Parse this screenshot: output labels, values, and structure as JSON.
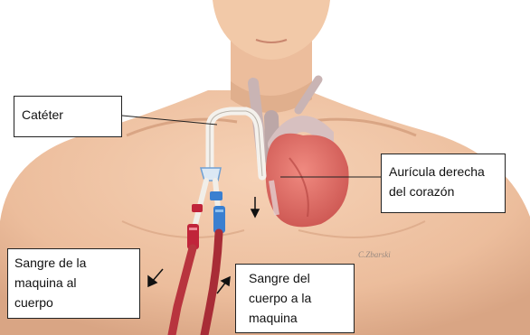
{
  "labels": {
    "catheter": {
      "lines": [
        "Catéter"
      ]
    },
    "right_atrium": {
      "lines": [
        "Aurícula derecha",
        "del corazón"
      ]
    },
    "blood_to_body": {
      "lines": [
        "Sangre de la",
        "maquina al",
        "cuerpo"
      ]
    },
    "blood_to_machine": {
      "lines": [
        "Sangre del",
        "cuerpo a la",
        "maquina"
      ]
    }
  },
  "signature": "C.Zbarski",
  "colors": {
    "skin": "#f0c4a2",
    "skin_shadow": "#d9a584",
    "heart": "#e07068",
    "vessel": "#c9b4b4",
    "red_line": "#c0243a",
    "blue_line": "#3a7fd0",
    "catheter_tube": "#f4f1ec"
  }
}
